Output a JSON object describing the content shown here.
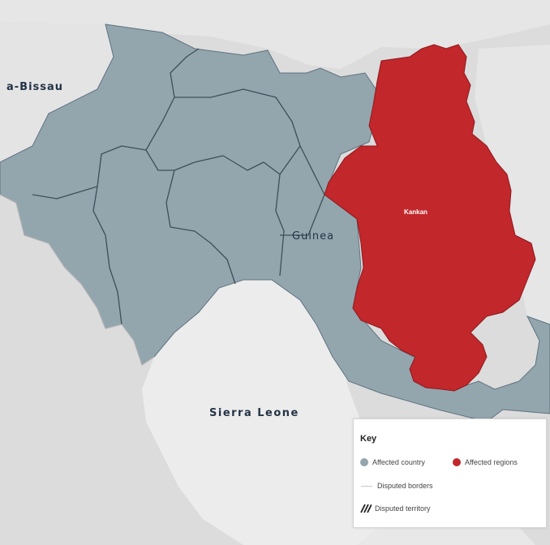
{
  "map": {
    "labels": {
      "guinea_bissau": "a-Bissau",
      "guinea": "Guinea",
      "sierra_leone": "Sierra Leone",
      "kankan": "Kankan"
    },
    "colors": {
      "water_background": "#dcdcdc",
      "land": "#e9e9e9",
      "affected_country": "#93a6ae",
      "affected_region": "#c2272b",
      "border": "#3d4f5a"
    }
  },
  "key": {
    "title": "Key",
    "affected_country": "Affected country",
    "affected_regions": "Affected regions",
    "disputed_borders": "Disputed borders",
    "disputed_territory": "Disputed territory"
  }
}
